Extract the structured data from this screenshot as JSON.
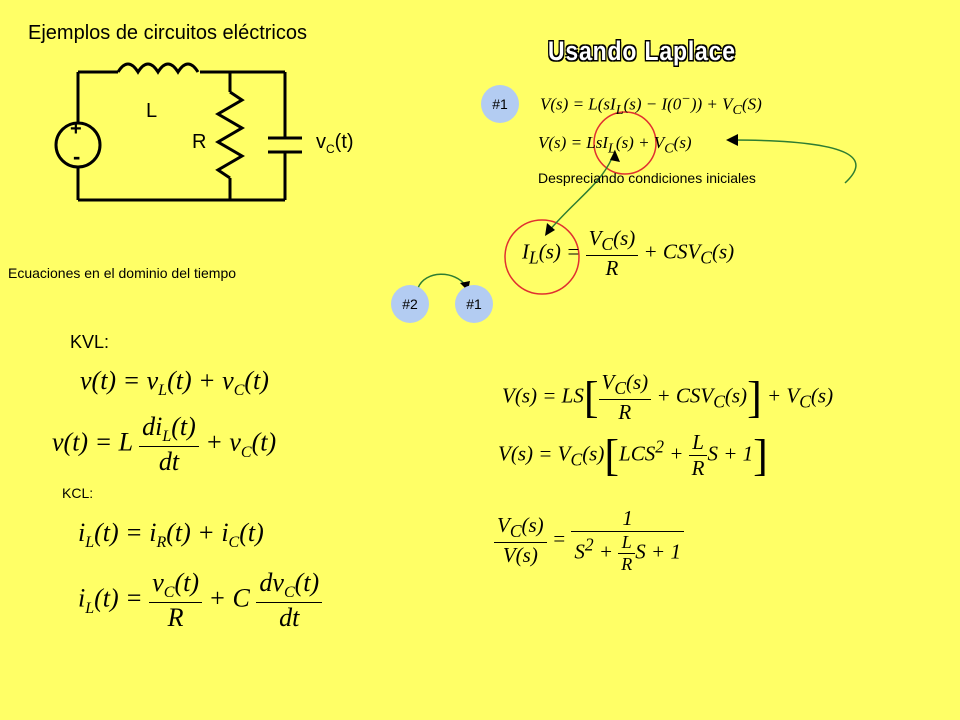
{
  "title": "Ejemplos de circuitos eléctricos",
  "heading": "Usando Laplace",
  "circuit": {
    "L_label": "L",
    "R_label": "R",
    "vc_label_main": "v",
    "vc_label_sub": "C",
    "vc_label_tail": "(t)",
    "plus": "+",
    "minus": "-"
  },
  "time_domain_label": "Ecuaciones en el dominio del tiempo",
  "kvl_label": "KVL:",
  "kcl_label": "KCL:",
  "bubbles": {
    "b1_top": "#1",
    "b2": "#2",
    "b1_bottom": "#1"
  },
  "note": "Despreciando condiciones iniciales",
  "colors": {
    "background": "#ffff66",
    "bubble": "#b3ccf2",
    "circle": "#e03030",
    "arrow": "#2e7d32"
  }
}
